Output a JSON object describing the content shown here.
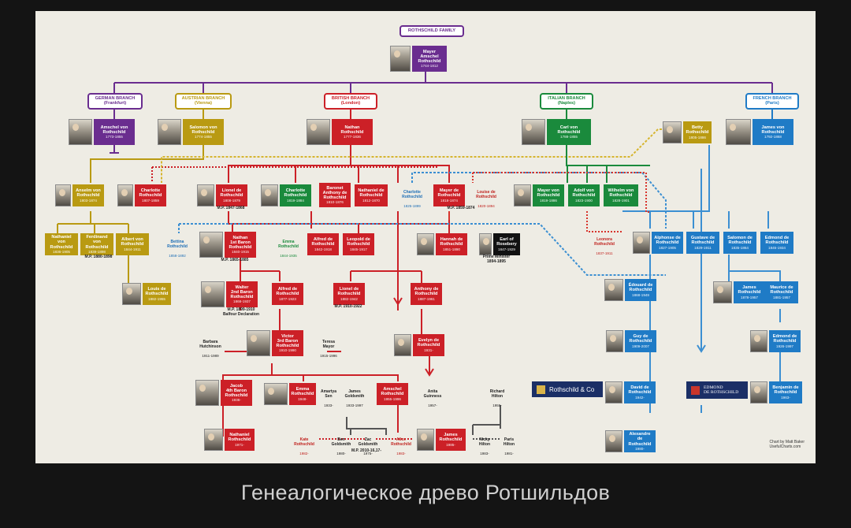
{
  "title": "ROTHSCHILD FAMILY",
  "caption": "Генеалогическое древо Ротшильдов",
  "credit": "Chart by Matt Baker\nUsefulCharts.com",
  "colors": {
    "purple": "#6a2d8f",
    "german": "#6a2d8f",
    "austrian": "#b99a12",
    "british": "#cc2027",
    "italian": "#1a8a3c",
    "french": "#1f7bc6",
    "connector_gold": "#d6b52e",
    "connector_red": "#d8342c",
    "connector_blue": "#3b8fd2",
    "connector_green": "#2e9c4c"
  },
  "branches": {
    "german": "GERMAN BRANCH\n(Frankfurt)",
    "austrian": "AUSTRIAN BRANCH\n(Vienna)",
    "british": "BRITISH BRANCH\n(London)",
    "italian": "ITALIAN BRANCH\n(Naples)",
    "french": "FRENCH BRANCH\n(Paris)"
  },
  "people": {
    "mayer": {
      "name": "Mayer\nAmschel\nRothschild",
      "dates": "1744-1812"
    },
    "amschel": {
      "name": "Amschel von\nRothschild",
      "dates": "1773-1855"
    },
    "salomon": {
      "name": "Salomon von\nRothschild",
      "dates": "1774-1855"
    },
    "nathan": {
      "name": "Nathan\nRothschild",
      "dates": "1777-1836"
    },
    "carl": {
      "name": "Carl von\nRothschild",
      "dates": "1788-1855"
    },
    "betty": {
      "name": "Betty\nRothschild",
      "dates": "1805-1886"
    },
    "james": {
      "name": "James von\nRothschild",
      "dates": "1792-1868"
    },
    "anselm": {
      "name": "Anselm von\nRothschild",
      "dates": "1803-1874"
    },
    "charlotte1": {
      "name": "Charlotte\nRothschild",
      "dates": "1807-1859"
    },
    "lionel": {
      "name": "Lionel de\nRothschild",
      "dates": "1808-1879"
    },
    "charlotte2": {
      "name": "Charlotte\nRothschild",
      "dates": "1819-1884"
    },
    "anthony": {
      "name": "Baronet\nAnthony de\nRothschild",
      "dates": "1810-1876"
    },
    "nathaniel": {
      "name": "Nathaniel de\nRothschild",
      "dates": "1812-1870"
    },
    "charlotte3": {
      "name": "Charlotte\nRothschild",
      "dates": "1825-1899"
    },
    "mayer_de": {
      "name": "Mayer de\nRothschild",
      "dates": "1818-1874"
    },
    "louise": {
      "name": "Louise de\nRothschild",
      "dates": "1820-1894"
    },
    "mayer_von": {
      "name": "Mayer von\nRothschild",
      "dates": "1819-1886"
    },
    "adolf": {
      "name": "Adolf von\nRothschild",
      "dates": "1823-1900"
    },
    "wilhelm": {
      "name": "Wilhelm von\nRothschild",
      "dates": "1828-1901"
    },
    "nathaniel_von": {
      "name": "Nathaniel von\nRothschild",
      "dates": "1836-1905"
    },
    "ferdinand": {
      "name": "Ferdinand von\nRothschild",
      "dates": "1839-1898"
    },
    "albert": {
      "name": "Albert von\nRothschild",
      "dates": "1844-1911"
    },
    "bettina": {
      "name": "Bettina\nRothschild",
      "dates": "1858-1892"
    },
    "nathan1": {
      "name": "Nathan\n1st Baron\nRothschild",
      "dates": "1840-1915"
    },
    "emma": {
      "name": "Emma\nRothschild",
      "dates": "1844-1935"
    },
    "alfred": {
      "name": "Alfred de\nRothschild",
      "dates": "1842-1918"
    },
    "leopold": {
      "name": "Leopold de\nRothschild",
      "dates": "1845-1917"
    },
    "hannah": {
      "name": "Hannah de\nRothschild",
      "dates": "1851-1890"
    },
    "rosebery": {
      "name": "Earl of\nRosebery",
      "dates": "1847-1929"
    },
    "leonora": {
      "name": "Leonora\nRothschild",
      "dates": "1837-1911"
    },
    "alphonse": {
      "name": "Alphonse de\nRothschild",
      "dates": "1827-1905"
    },
    "gustave": {
      "name": "Gustave de\nRothschild",
      "dates": "1829-1911"
    },
    "salomon_de": {
      "name": "Salomon de\nRothschild",
      "dates": "1835-1864"
    },
    "edmond1": {
      "name": "Edmond de\nRothschild",
      "dates": "1845-1934"
    },
    "louis": {
      "name": "Louis de\nRothschild",
      "dates": "1882-1955"
    },
    "walter": {
      "name": "Walter\n2nd Baron\nRothschild",
      "dates": "1868-1937"
    },
    "alfred2": {
      "name": "Alfred de\nRothschild",
      "dates": "1877-1923"
    },
    "lionel2": {
      "name": "Lionel de\nRothschild",
      "dates": "1882-1942"
    },
    "anthony2": {
      "name": "Anthony de\nRothschild",
      "dates": "1887-1961"
    },
    "edouard": {
      "name": "Édouard de\nRothschild",
      "dates": "1868-1949"
    },
    "james2": {
      "name": "James\nRothschild",
      "dates": "1878-1957"
    },
    "maurice": {
      "name": "Maurice de\nRothschild",
      "dates": "1881-1957"
    },
    "victor": {
      "name": "Victor\n3rd Baron\nRothschild",
      "dates": "1910-1990"
    },
    "evelyn": {
      "name": "Evelyn de\nRothschild",
      "dates": "1931-"
    },
    "guy": {
      "name": "Guy de\nRothschild",
      "dates": "1909-2007"
    },
    "edmond2": {
      "name": "Edmond de\nRothschild",
      "dates": "1926-1997"
    },
    "jacob": {
      "name": "Jacob\n4th Baron\nRothschild",
      "dates": "1936-"
    },
    "emma2": {
      "name": "Emma\nRothschild",
      "dates": "1948-"
    },
    "amschel2": {
      "name": "Amschel\nRothschild",
      "dates": "1955-1996"
    },
    "david": {
      "name": "David de\nRothschild",
      "dates": "1942-"
    },
    "benjamin": {
      "name": "Benjamin de\nRothschild",
      "dates": "1963-"
    },
    "nathaniel2": {
      "name": "Nathaniel\nRothschild",
      "dates": "1971-"
    },
    "james3": {
      "name": "James\nRothschild",
      "dates": "1985-"
    },
    "alexandre": {
      "name": "Alexandre de\nRothschild",
      "dates": "1980-"
    }
  },
  "spouses": {
    "barbara": {
      "name": "Barbara\nHutchinson",
      "dates": "1911-1989"
    },
    "teresa": {
      "name": "Teresa\nMayor",
      "dates": "1915-1996"
    },
    "amartya": {
      "name": "Amartya\nSen",
      "dates": "1933-"
    },
    "james_g": {
      "name": "James\nGoldsmith",
      "dates": "1933-1997"
    },
    "anita": {
      "name": "Anita\nGuinness",
      "dates": "1957-"
    },
    "richard": {
      "name": "Richard\nHilton",
      "dates": "1955-"
    },
    "kate": {
      "name": "Kate\nRothschild",
      "dates": "1982-"
    },
    "ben": {
      "name": "Ben\nGoldsmith",
      "dates": "1980-"
    },
    "zac": {
      "name": "Zac\nGoldsmith",
      "dates": "1975-"
    },
    "alice": {
      "name": "Alice\nRothschild",
      "dates": "1983-"
    },
    "nicky": {
      "name": "Nicky\nHilton",
      "dates": "1983-"
    },
    "paris": {
      "name": "Paris\nHilton",
      "dates": "1981-"
    }
  },
  "notes": {
    "mp_lionel": "M.P. 1847-1868",
    "mp_mayer": "M.P. 1859-1874",
    "mp_ferdinand": "M.P. 1880-1898",
    "mp_nathan": "M.P. 1865-1885",
    "pm_rosebery": "Prime Minister\n1894-1895",
    "mp_walter": "M.P. 1899-1910\nBalfour Declaration",
    "mp_lionel2": "M.P. 1910-1922",
    "mp_zac": "M.P. 2010-16,17-"
  },
  "logos": {
    "rothschild_co": "Rothschild & Co",
    "edmond_de_rothschild": "EDMOND\nDE ROTHSCHILD"
  }
}
